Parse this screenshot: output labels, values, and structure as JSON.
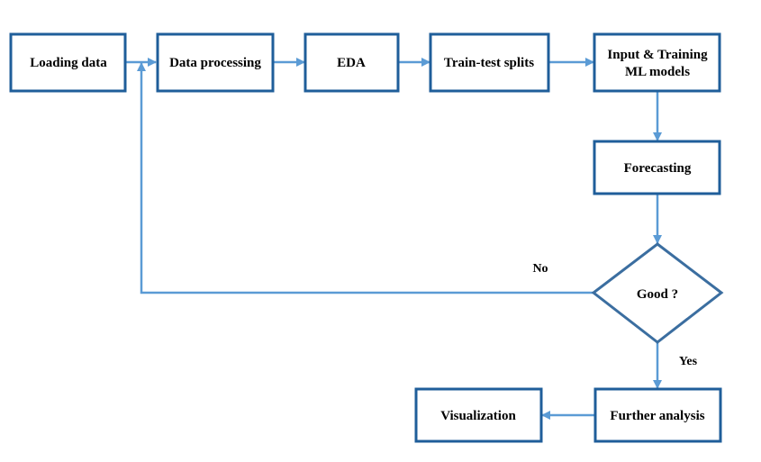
{
  "colors": {
    "box_border": "#1f5e9a",
    "diamond_border": "#3b6ea0",
    "arrow": "#5b9bd5",
    "text": "#000000",
    "background": "#ffffff"
  },
  "nodes": {
    "loading": "Loading data",
    "processing": "Data processing",
    "eda": "EDA",
    "split": "Train-test splits",
    "training_line1": "Input & Training",
    "training_line2": "ML models",
    "forecasting": "Forecasting",
    "decision": "Good ?",
    "further": "Further analysis",
    "visualization": "Visualization"
  },
  "edge_labels": {
    "no": "No",
    "yes": "Yes"
  }
}
